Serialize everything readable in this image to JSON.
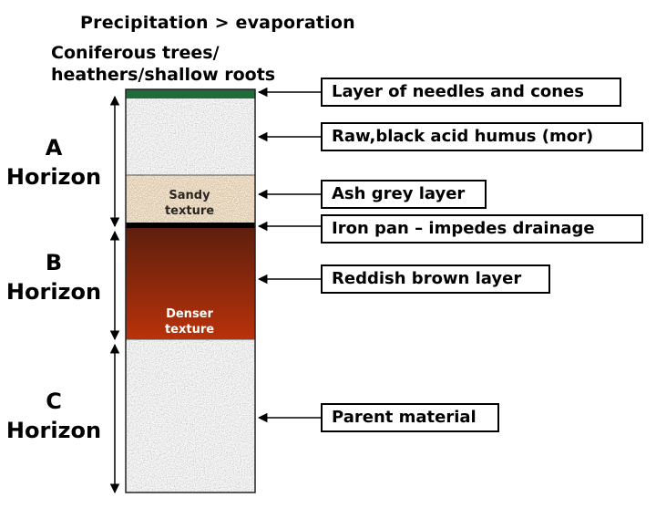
{
  "title": "Precipitation > evaporation",
  "vegetation": {
    "line1": "Coniferous trees/",
    "line2": "heathers/shallow roots"
  },
  "horizons": {
    "a": {
      "letter": "A",
      "word": "Horizon"
    },
    "b": {
      "letter": "B",
      "word": "Horizon"
    },
    "c": {
      "letter": "C",
      "word": "Horizon"
    }
  },
  "layer_labels": {
    "sandy": {
      "line1": "Sandy",
      "line2": "texture"
    },
    "denser": {
      "line1": "Denser",
      "line2": "texture"
    }
  },
  "callouts": {
    "needles": "Layer of needles and cones",
    "humus": "Raw,black acid humus (mor)",
    "ash": "Ash grey layer",
    "iron_pan": "Iron pan – impedes drainage",
    "reddish": "Reddish brown layer",
    "parent": "Parent material"
  },
  "colors": {
    "needles_layer": "#1f6b3a",
    "grey_layer": "#c8c8c8",
    "sandy_layer": "#c9b79f",
    "iron_pan": "#000000",
    "brown_top": "#5e1f0d",
    "brown_bottom": "#b8320a"
  }
}
